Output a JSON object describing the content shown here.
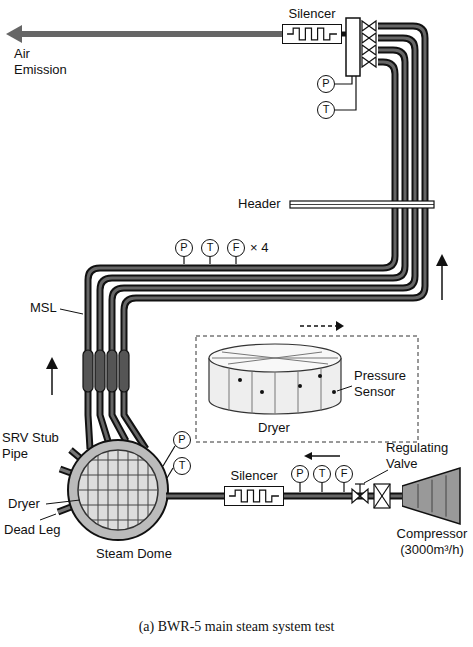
{
  "diagram": {
    "caption": "(a) BWR-5 main steam system test",
    "nodes": [
      {
        "text": [
          "Silencer"
        ]
      },
      {
        "text": [
          "P"
        ]
      },
      {
        "text": [
          "T"
        ]
      },
      {
        "text": [
          "P"
        ]
      },
      {
        "text": [
          "T"
        ]
      },
      {
        "text": [
          "F"
        ]
      },
      {
        "text": [
          "P"
        ]
      },
      {
        "text": [
          "T"
        ]
      },
      {
        "text": [
          "Silencer"
        ]
      },
      {
        "text": [
          "P"
        ]
      },
      {
        "text": [
          "T"
        ]
      },
      {
        "text": [
          "F"
        ]
      },
      {
        "text": [
          "Compressor (3000m³/h)"
        ]
      }
    ],
    "edges": [
      {
        "from": 12,
        "to": 8,
        "arrow": "none"
      }
    ],
    "labels": [
      "Air Emission",
      "Header",
      "× 4",
      "MSL",
      "Pressure Sensor",
      "Dryer",
      "SRV Stub Pipe",
      "Dryer",
      "Dead Leg",
      "Steam Dome",
      "Regulating Valve"
    ]
  }
}
